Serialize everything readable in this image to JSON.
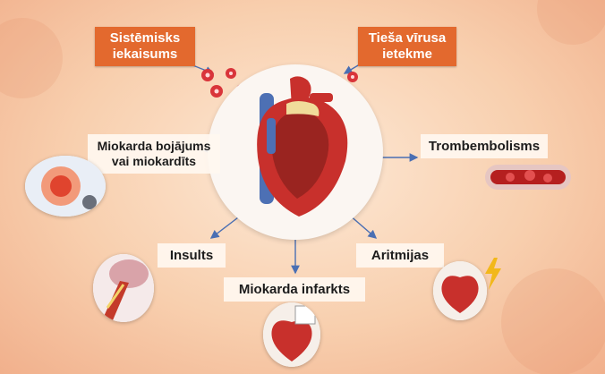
{
  "top_causes": {
    "left": {
      "line1": "Sistēmisks",
      "line2": "iekaisums"
    },
    "right": {
      "line1": "Tieša vīrusa",
      "line2": "ietekme"
    }
  },
  "effects": {
    "myocardium": {
      "line1": "Miokarda bojājums",
      "line2": "vai miokardīts"
    },
    "thromboembolism": "Trombembolisms",
    "stroke": "Insults",
    "infarction": "Miokarda infarkts",
    "arrhythmia": "Aritmijas"
  },
  "colors": {
    "cause_box": "#e3692e",
    "arrow": "#4a6fb3",
    "virus": "#d9343a"
  },
  "icons": [
    "heart-icon",
    "virus-icon",
    "blood-vessel-icon",
    "brain-icon",
    "lightning-icon"
  ]
}
